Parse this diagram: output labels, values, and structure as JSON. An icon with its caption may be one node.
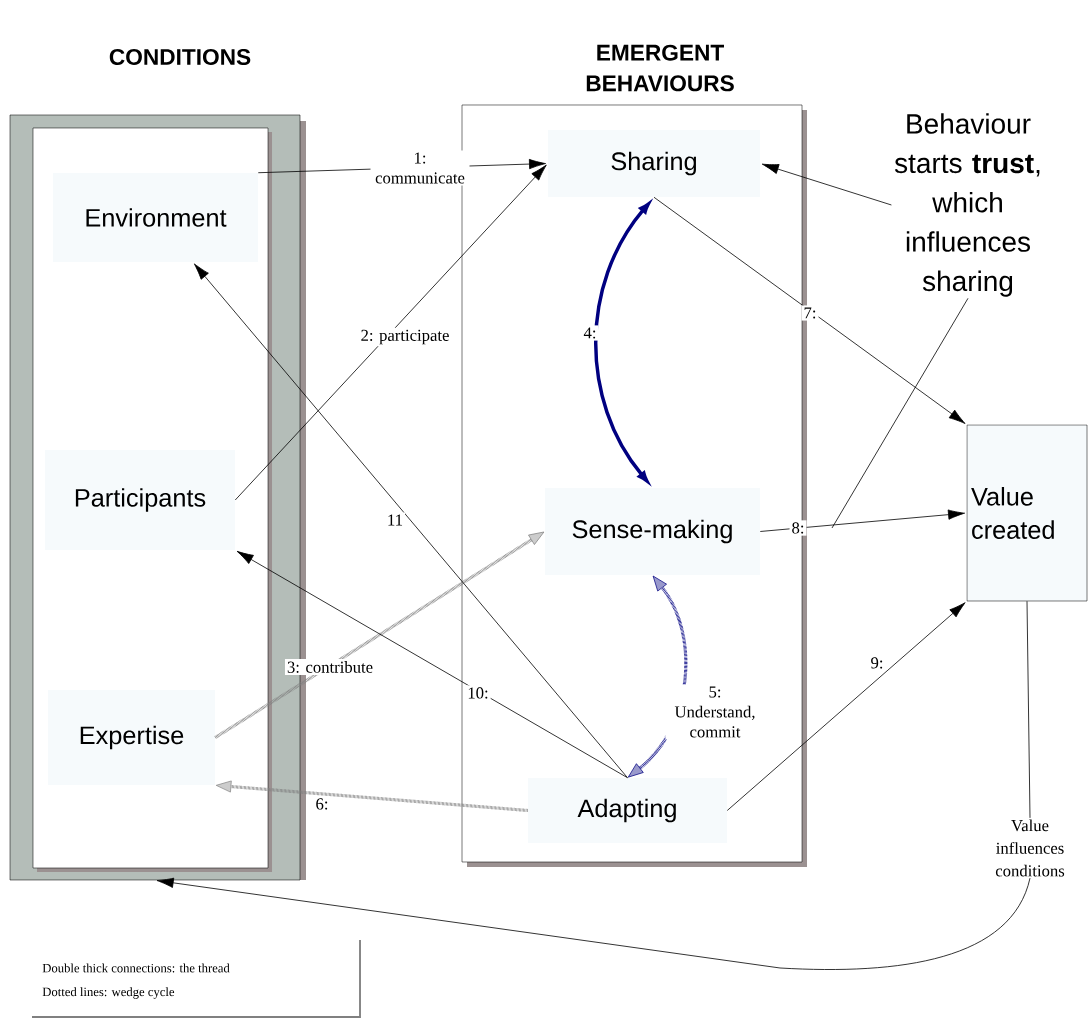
{
  "diagram": {
    "nodes": [
      {
        "text": [
          "CONDITIONS"
        ]
      },
      {
        "text": [
          "Environment"
        ],
        "in": 0
      },
      {
        "text": [
          "Participants"
        ],
        "in": 0
      },
      {
        "text": [
          "Expertise"
        ],
        "in": 0
      },
      {
        "text": [
          "EMERGENT BEHAVIOURS"
        ]
      },
      {
        "text": [
          "Sharing"
        ],
        "in": 4
      },
      {
        "text": [
          "Sense-making"
        ],
        "in": 4
      },
      {
        "text": [
          "Adapting"
        ],
        "in": 4
      },
      {
        "text": [
          "Value created"
        ]
      },
      {
        "text": [
          "Behaviour starts **trust**, which influences sharing"
        ]
      },
      {
        "text": [
          "Value influences conditions"
        ]
      }
    ],
    "edges": [
      {
        "from": 1,
        "to": 5,
        "arrow": "to",
        "label": "1: communicate"
      },
      {
        "from": 2,
        "to": 5,
        "arrow": "to",
        "label": "2: participate"
      },
      {
        "from": 3,
        "to": 6,
        "arrow": "to",
        "label": "3: contribute",
        "style": "dashed",
        "color": "#808080"
      },
      {
        "from": 5,
        "to": 6,
        "arrow": "both",
        "label": "4:",
        "style": "thick",
        "color": "#000080"
      },
      {
        "from": 7,
        "to": 6,
        "arrow": "both",
        "label": "5: Understand, commit",
        "style": "dashed",
        "color": "#000080"
      },
      {
        "from": 7,
        "to": 3,
        "arrow": "to",
        "label": "6:",
        "style": "dashed",
        "color": "#808080"
      },
      {
        "from": 5,
        "to": 8,
        "arrow": "to",
        "label": "7:"
      },
      {
        "from": 6,
        "to": 8,
        "arrow": "to",
        "label": "8:"
      },
      {
        "from": 7,
        "to": 8,
        "arrow": "to",
        "label": "9:"
      },
      {
        "from": 7,
        "to": 2,
        "arrow": "to",
        "label": "10:"
      },
      {
        "from": 7,
        "to": 1,
        "arrow": "to",
        "label": "11"
      },
      {
        "from": 9,
        "to": 5,
        "arrow": "to"
      },
      {
        "from": 9,
        "to": null,
        "arrow": "none"
      },
      {
        "from": 8,
        "to": 10,
        "arrow": "none"
      },
      {
        "from": 10,
        "to": 0,
        "arrow": "to"
      }
    ],
    "labels": [
      "Double thick connections: the thread",
      "Dotted lines: wedge cycle"
    ]
  }
}
